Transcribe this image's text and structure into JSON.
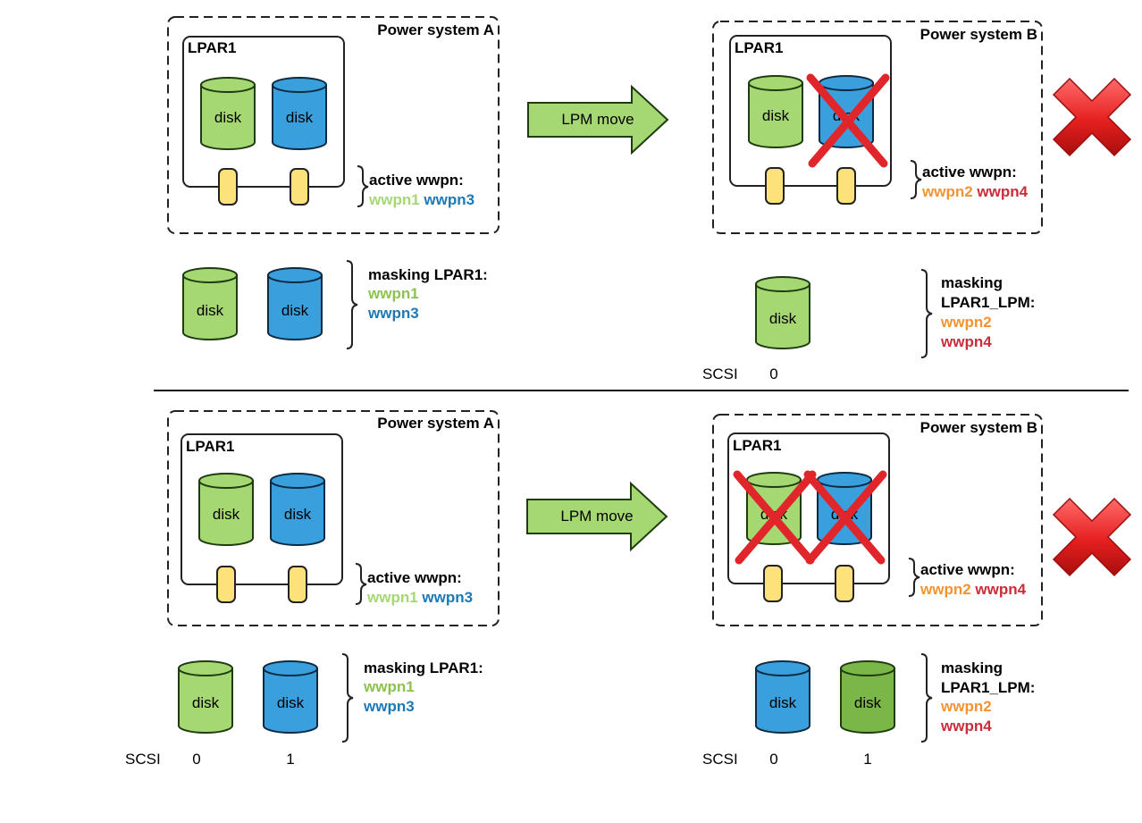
{
  "colors": {
    "disk_green": "#a5d872",
    "disk_green_stroke": "#1f3b10",
    "disk_blue": "#3a9fdd",
    "disk_dark_green": "#7ab648",
    "adapter_yellow": "#fde27c",
    "arrow_green": "#a5d872",
    "wwpn_green": "#8cc34f",
    "wwpn_blue": "#1c79b6",
    "wwpn_orange": "#f39332",
    "wwpn_red": "#c92d39",
    "cross_red": "#e0262b"
  },
  "scenarios": [
    {
      "source": {
        "system_label": "Power system A",
        "lpar_label": "LPAR1",
        "disk_label": "disk",
        "active_label": "active wwpn:",
        "wwpn_a": "wwpn1",
        "wwpn_b": "wwpn3"
      },
      "arrow_label": "LPM move",
      "target": {
        "system_label": "Power system B",
        "lpar_label": "LPAR1",
        "disk_label": "disk",
        "active_label": "active wwpn:",
        "wwpn_a": "wwpn2",
        "wwpn_b": "wwpn4"
      },
      "source_masking": {
        "title": "masking LPAR1:",
        "wwpn_a": "wwpn1",
        "wwpn_b": "wwpn3",
        "disk_label": "disk"
      },
      "target_masking": {
        "title_line1": "masking",
        "title_line2": "LPAR1_LPM:",
        "wwpn_a": "wwpn2",
        "wwpn_b": "wwpn4",
        "disk_label": "disk",
        "scsi_label": "SCSI",
        "scsi_ids": [
          "0"
        ]
      }
    },
    {
      "source": {
        "system_label": "Power system A",
        "lpar_label": "LPAR1",
        "disk_label": "disk",
        "active_label": "active wwpn:",
        "wwpn_a": "wwpn1",
        "wwpn_b": "wwpn3"
      },
      "arrow_label": "LPM move",
      "target": {
        "system_label": "Power system B",
        "lpar_label": "LPAR1",
        "disk_label": "disk",
        "active_label": "active wwpn:",
        "wwpn_a": "wwpn2",
        "wwpn_b": "wwpn4"
      },
      "source_masking": {
        "title": "masking LPAR1:",
        "wwpn_a": "wwpn1",
        "wwpn_b": "wwpn3",
        "disk_label": "disk",
        "scsi_label": "SCSI",
        "scsi_ids": [
          "0",
          "1"
        ]
      },
      "target_masking": {
        "title_line1": "masking",
        "title_line2": "LPAR1_LPM:",
        "wwpn_a": "wwpn2",
        "wwpn_b": "wwpn4",
        "disk_label": "disk",
        "scsi_label": "SCSI",
        "scsi_ids": [
          "0",
          "1"
        ]
      }
    }
  ]
}
